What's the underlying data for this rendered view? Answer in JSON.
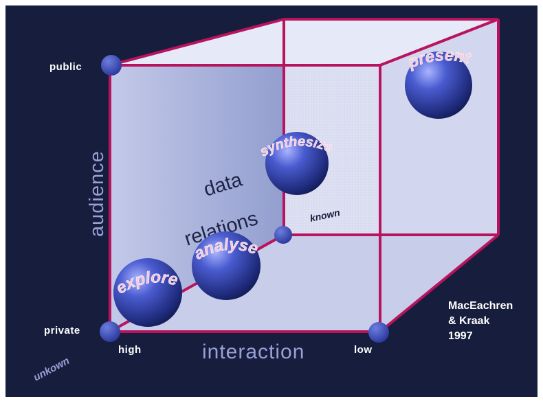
{
  "diagram": {
    "axes": {
      "audience": {
        "label": "audience",
        "top": "public",
        "bottom": "private"
      },
      "interaction": {
        "label": "interaction",
        "left": "high",
        "right": "low"
      },
      "data_relations": {
        "label_line1": "data",
        "label_line2": "relations",
        "near": "unkown",
        "far": "known"
      }
    },
    "spheres": [
      {
        "id": "explore",
        "label": "explore"
      },
      {
        "id": "analyse",
        "label": "analyse"
      },
      {
        "id": "synthesize",
        "label": "synthesize"
      },
      {
        "id": "present",
        "label": "present"
      }
    ],
    "credit": {
      "line1": "MacEachren",
      "line2": "& Kraak",
      "line3": "1997"
    },
    "colors": {
      "background": "#171d3c",
      "edge": "#b8145d",
      "face_light": "#dde0f2",
      "face_dark": "#98a4d2",
      "sphere": "#3a4ab8",
      "node": "#3e4fb7",
      "axis_label": "#97a1d6",
      "white_text": "#ffffff"
    }
  }
}
